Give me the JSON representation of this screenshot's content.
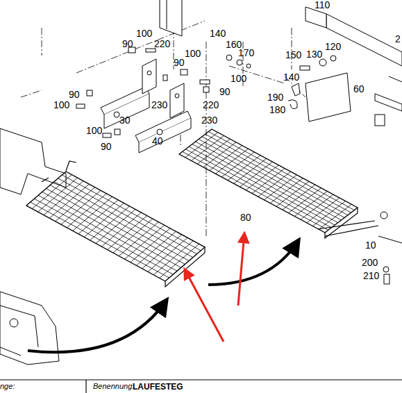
{
  "diagram": {
    "labels": [
      "110",
      "100",
      "90",
      "220",
      "140",
      "160",
      "170",
      "100",
      "90",
      "100",
      "90",
      "220",
      "230",
      "230",
      "30",
      "40",
      "90",
      "100",
      "100",
      "90",
      "150",
      "130",
      "120",
      "140",
      "190",
      "180",
      "60",
      "2",
      "80",
      "10",
      "200",
      "210",
      "nge:",
      "Benennung:",
      "LAUFESTEG"
    ]
  }
}
